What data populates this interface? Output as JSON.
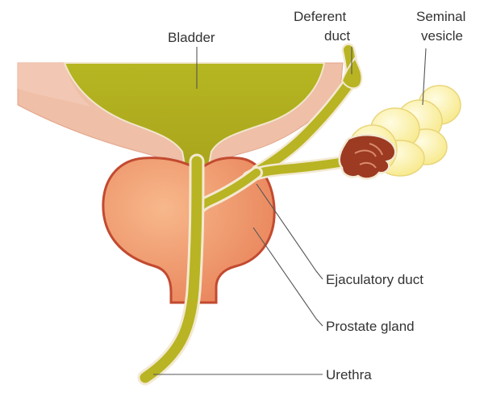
{
  "labels": {
    "bladder": "Bladder",
    "deferent_duct_line1": "Deferent",
    "deferent_duct_line2": "duct",
    "seminal_vesicle_line1": "Seminal",
    "seminal_vesicle_line2": "vesicle",
    "ejaculatory_duct": "Ejaculatory duct",
    "prostate_gland": "Prostate gland",
    "urethra": "Urethra"
  },
  "colors": {
    "bladder_wall": "#efbfa8",
    "bladder_lumen": "#b3b222",
    "prostate_fill": "#ef9466",
    "prostate_outline": "#c24a30",
    "duct_fill": "#b8b423",
    "duct_outline": "#f3e9d2",
    "vesicle_fill": "#fbf3a3",
    "vesicle_highlight": "#fffbdc",
    "vesicle_cross_section": "#9c3a22",
    "leader_line": "#555555"
  }
}
